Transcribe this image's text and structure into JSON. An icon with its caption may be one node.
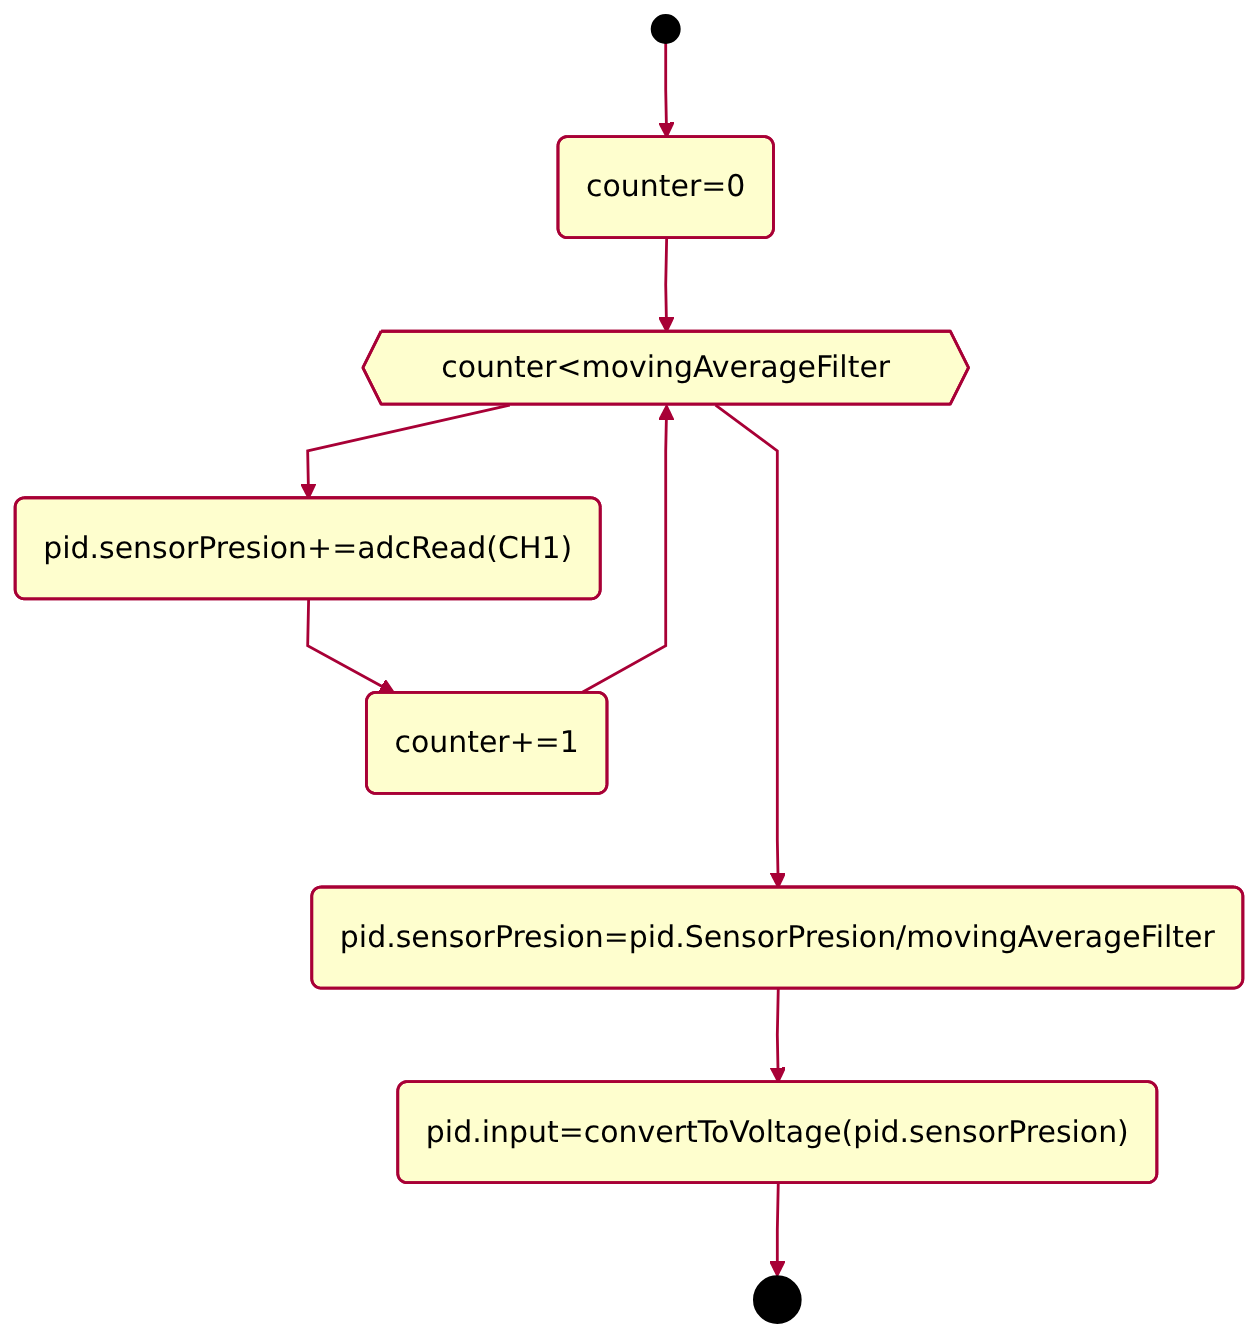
{
  "diagram": {
    "nodes": [
      {
        "text": [],
        "shape": "circle"
      },
      {
        "text": [
          "counter=0"
        ]
      },
      {
        "text": [
          "counter<movingAverageFilter"
        ]
      },
      {
        "text": [
          "pid.sensorPresion+=adcRead(CH1)"
        ]
      },
      {
        "text": [
          "counter+=1"
        ]
      },
      {
        "text": [
          "pid.sensorPresion=pid.SensorPresion/movingAverageFilter"
        ]
      },
      {
        "text": [
          "pid.input=convertToVoltage(pid.sensorPresion)"
        ]
      },
      {
        "text": [],
        "shape": "circle"
      }
    ],
    "edges": [
      {
        "from": 0,
        "to": 1,
        "arrow": "to"
      },
      {
        "from": 1,
        "to": 2,
        "arrow": "to"
      },
      {
        "from": 2,
        "to": 3,
        "arrow": "to"
      },
      {
        "from": 3,
        "to": 4,
        "arrow": "to"
      },
      {
        "from": 4,
        "to": 2,
        "arrow": "to"
      },
      {
        "from": 2,
        "to": 5,
        "arrow": "to"
      },
      {
        "from": 5,
        "to": 6,
        "arrow": "to"
      },
      {
        "from": 6,
        "to": 7,
        "arrow": "to"
      }
    ]
  }
}
